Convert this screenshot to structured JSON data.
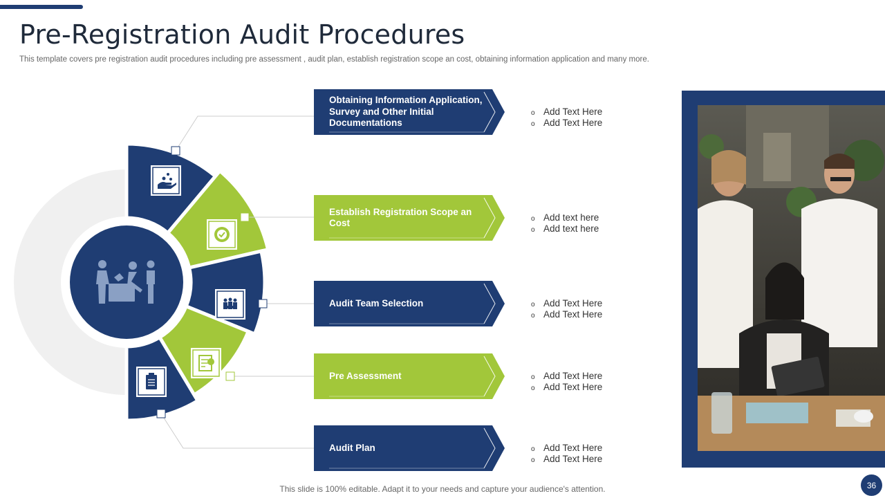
{
  "slide": {
    "title": "Pre-Registration Audit Procedures",
    "subtitle": "This template covers pre registration audit procedures including pre assessment , audit plan, establish registration scope an cost, obtaining information application and many more.",
    "footer": "This slide is 100% editable. Adapt it to your needs and capture your audience's attention.",
    "page_number": "36"
  },
  "colors": {
    "navy": "#1f3d73",
    "green": "#a2c73a",
    "gray_ring": "#f0f0f0"
  },
  "steps": [
    {
      "label": "Obtaining Information Application, Survey and Other Initial Documentations",
      "color": "navy",
      "icon": "investor-hand-coins-icon",
      "bullets": [
        "Add Text Here",
        "Add Text Here"
      ]
    },
    {
      "label": "Establish Registration Scope an Cost",
      "color": "green",
      "icon": "gear-check-icon",
      "bullets": [
        "Add text here",
        "Add text here"
      ]
    },
    {
      "label": "Audit Team Selection",
      "color": "navy",
      "icon": "team-group-icon",
      "bullets": [
        "Add Text Here",
        "Add Text Here"
      ]
    },
    {
      "label": "Pre Assessment",
      "color": "green",
      "icon": "assessment-document-icon",
      "bullets": [
        "Add Text Here",
        "Add Text Here"
      ]
    },
    {
      "label": "Audit Plan",
      "color": "navy",
      "icon": "clipboard-plan-icon",
      "bullets": [
        "Add Text Here",
        "Add Text Here"
      ]
    }
  ],
  "center_icon": "meeting-people-icon",
  "bullet_glyph": "o",
  "photo": {
    "description_icon": "team-meeting-photo"
  }
}
